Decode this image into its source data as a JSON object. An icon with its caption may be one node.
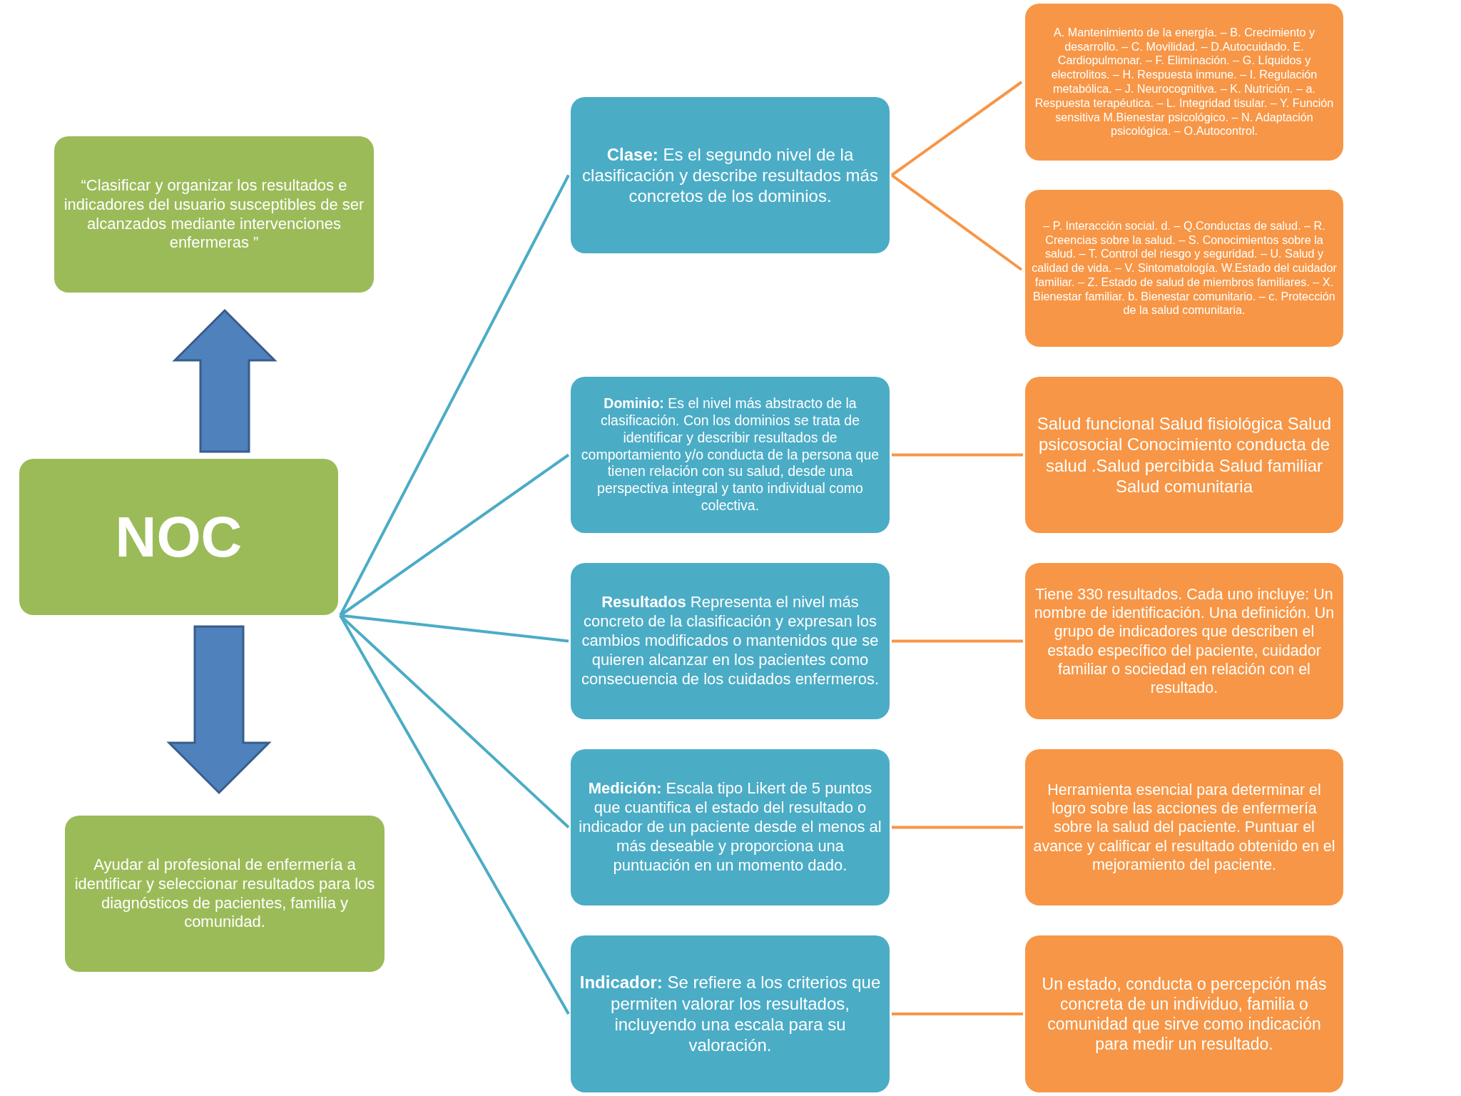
{
  "diagram": {
    "nodes": [
      {
        "text": [
          "“Clasificar y organizar los resultados e indicadores del usuario susceptibles de ser alcanzados mediante intervenciones enfermeras ”"
        ]
      },
      {
        "text": [
          "NOC"
        ]
      },
      {
        "text": [
          "Ayudar al profesional de enfermería a identificar y seleccionar resultados para los diagnósticos de pacientes, familia y comunidad."
        ]
      },
      {
        "text": [
          "**Clase:** Es el segundo nivel de la clasificación y describe resultados más concretos de los dominios."
        ]
      },
      {
        "text": [
          "**Dominio:** Es el nivel más abstracto de la clasificación. Con los dominios se trata de identificar y describir resultados de comportamiento y/o conducta de la persona que tienen relación con su salud, desde una perspectiva integral y tanto individual como colectiva."
        ]
      },
      {
        "text": [
          "**Resultados** Representa el nivel más concreto de la clasificación y expresan los cambios modificados o mantenidos que se quieren alcanzar en los pacientes como consecuencia de los cuidados enfermeros."
        ]
      },
      {
        "text": [
          "**Medición:** Escala tipo Likert de 5 puntos que cuantifica el estado del resultado o indicador de un paciente desde el menos al más deseable y proporciona una puntuación en un momento dado."
        ]
      },
      {
        "text": [
          "**Indicador:** Se refiere a los criterios que permiten valorar los resultados, incluyendo una escala para su valoración."
        ]
      },
      {
        "text": [
          "A. Mantenimiento de la energía. – B. Crecimiento y desarrollo. – C. Movilidad. – D.Autocuidado. E. Cardiopulmonar. – F. Eliminación. – G. Líquidos y electrolitos. – H. Respuesta inmune. – I. Regulación metabólica. – J. Neurocognitiva. – K. Nutrición. – a. Respuesta terapéutica. – L. Integridad tisular. – Y. Función sensitiva M.Bienestar psicológico. – N. Adaptación psicológica. – O.Autocontrol."
        ]
      },
      {
        "text": [
          "– P. Interacción social. d. – Q.Conductas de salud. – R. Creencias sobre la salud. – S. Conocimientos sobre la salud. – T. Control del riesgo y seguridad. – U. Salud y calidad de vida. – V. Sintomatología. W.Estado del cuidador familiar. – Z. Estado de salud de miembros familiares. – X. Bienestar familiar. b. Bienestar comunitario. – c. Protección de la salud comunitaria."
        ]
      },
      {
        "text": [
          "Salud funcional  Salud fisiológica Salud psicosocial  Conocimiento conducta de salud .Salud percibida Salud familiar Salud comunitaria"
        ]
      },
      {
        "text": [
          "Tiene 330 resultados. Cada uno incluye: Un nombre de identificación. Una definición. Un grupo de indicadores que describen el estado específico del paciente, cuidador familiar o sociedad en relación con el resultado."
        ]
      },
      {
        "text": [
          "Herramienta esencial para determinar el logro sobre las acciones de enfermería sobre la salud del paciente. Puntuar el avance y calificar el resultado obtenido en el mejoramiento del paciente."
        ]
      },
      {
        "text": [
          "Un estado, conducta o percepción más concreta de un individuo, familia o comunidad que sirve como indicación para medir un resultado."
        ]
      }
    ],
    "edges": [
      {
        "from": 1,
        "to": 0,
        "arrow": "to",
        "style": "thick",
        "color": "#4f81bd"
      },
      {
        "from": 1,
        "to": 2,
        "arrow": "to",
        "style": "thick",
        "color": "#4f81bd"
      },
      {
        "from": 1,
        "to": 3,
        "arrow": "none",
        "color": "#4bacc6"
      },
      {
        "from": 1,
        "to": 4,
        "arrow": "none",
        "color": "#4bacc6"
      },
      {
        "from": 1,
        "to": 5,
        "arrow": "none",
        "color": "#4bacc6"
      },
      {
        "from": 1,
        "to": 6,
        "arrow": "none",
        "color": "#4bacc6"
      },
      {
        "from": 1,
        "to": 7,
        "arrow": "none",
        "color": "#4bacc6"
      },
      {
        "from": 3,
        "to": 8,
        "arrow": "none"
      },
      {
        "from": 3,
        "to": 9,
        "arrow": "none"
      },
      {
        "from": 4,
        "to": 10,
        "arrow": "none"
      },
      {
        "from": 5,
        "to": 11,
        "arrow": "none"
      },
      {
        "from": 6,
        "to": 12,
        "arrow": "none"
      },
      {
        "from": 7,
        "to": 13,
        "arrow": "none"
      }
    ]
  }
}
